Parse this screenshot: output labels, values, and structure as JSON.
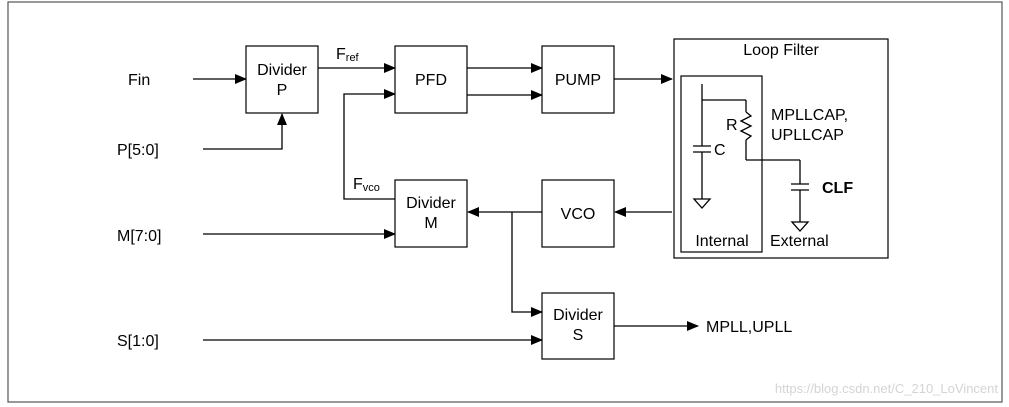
{
  "inputs": {
    "fin": "Fin",
    "p": "P[5:0]",
    "m": "M[7:0]",
    "s": "S[1:0]"
  },
  "blocks": {
    "divider_p": [
      "Divider",
      "P"
    ],
    "pfd": "PFD",
    "pump": "PUMP",
    "divider_m": [
      "Divider",
      "M"
    ],
    "vco": "VCO",
    "divider_s": [
      "Divider",
      "S"
    ]
  },
  "signals": {
    "fref_main": "F",
    "fref_sub": "ref",
    "fvco_main": "F",
    "fvco_sub": "vco"
  },
  "loop_filter": {
    "title": "Loop Filter",
    "r_label": "R",
    "c_label": "C",
    "pins": [
      "MPLLCAP,",
      "UPLLCAP"
    ],
    "clf": "CLF",
    "internal": "Internal",
    "external": "External"
  },
  "output": "MPLL,UPLL",
  "watermark": "https://blog.csdn.net/C_210_LoVincent",
  "colors": {
    "line": "#000000",
    "frame": "#555555",
    "watermark": "#d4d4d4"
  }
}
